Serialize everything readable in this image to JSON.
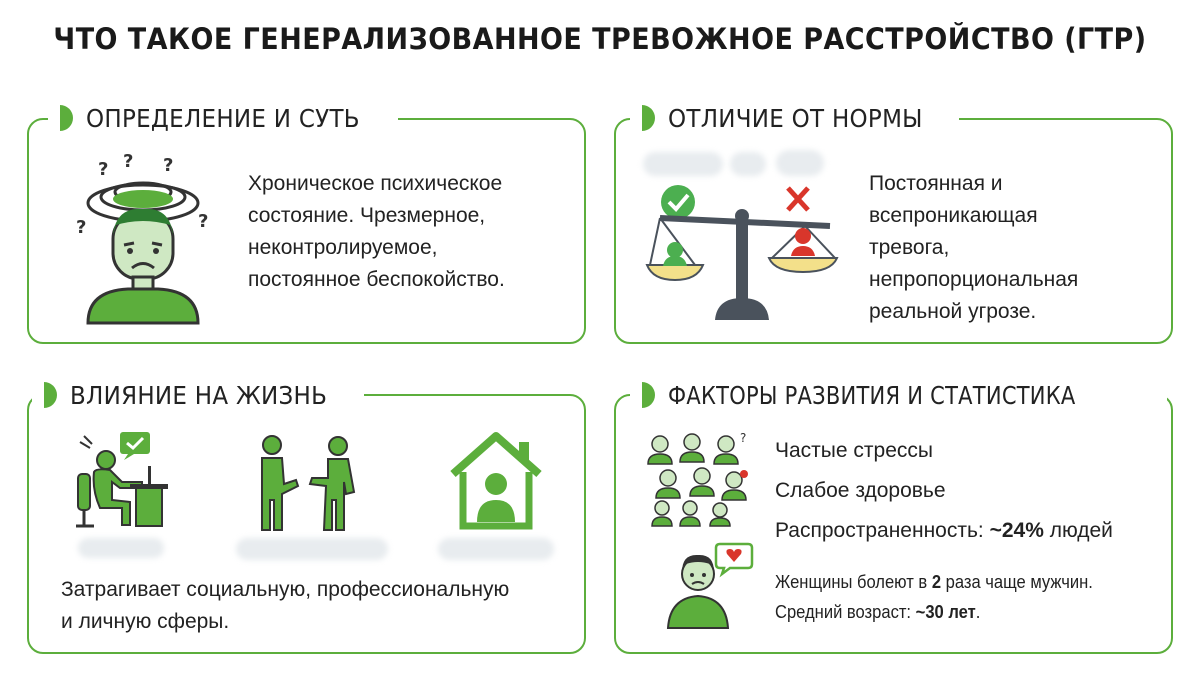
{
  "title": "ЧТО ТАКОЕ ГЕНЕРАЛИЗОВАННОЕ ТРЕВОЖНОЕ РАССТРОЙСТВО (ГТР)",
  "colors": {
    "accent": "#5cae3c",
    "accent_dark": "#2e7d32",
    "skin": "#cfe8c3",
    "alert": "#d9362b",
    "scale_pan": "#f3e08a",
    "scale_metal": "#4a525c"
  },
  "sections": {
    "definition": {
      "heading": "ОПРЕДЕЛЕНИЕ И СУТЬ",
      "lines": [
        "Хроническое психическое",
        "состояние. Чрезмерное,",
        "неконтролируемое,",
        "постоянное беспокойство."
      ],
      "icon": "stressed-person-icon"
    },
    "difference": {
      "heading": "ОТЛИЧИЕ ОТ НОРМЫ",
      "lines": [
        "Постоянная и",
        "всепроникающая",
        "тревога,",
        "непропорциональная",
        "реальной угрозе."
      ],
      "icon": "balance-scale-icon"
    },
    "impact": {
      "heading": "ВЛИЯНИЕ НА ЖИЗНЬ",
      "lines": [
        "Затрагивает социальную, профессиональную",
        "и личную сферы."
      ],
      "icons": [
        "work-desk-icon",
        "people-talking-icon",
        "home-icon"
      ]
    },
    "factors": {
      "heading": "ФАКТОРЫ РАЗВИТИЯ И СТАТИСТИКА",
      "item1": "Частые стрессы",
      "item2": "Слабое здоровье",
      "prevalence_label": "Распространенность: ",
      "prevalence_value": "~24%",
      "prevalence_suffix": " людей",
      "women_prefix": "Женщины болеют в ",
      "women_value": "2",
      "women_suffix": " раза чаще мужчин.",
      "age_label": "Средний возраст: ",
      "age_value": "~30 лет",
      "age_suffix": ".",
      "icons": [
        "stressed-group-icon",
        "sad-person-heart-icon"
      ]
    }
  }
}
